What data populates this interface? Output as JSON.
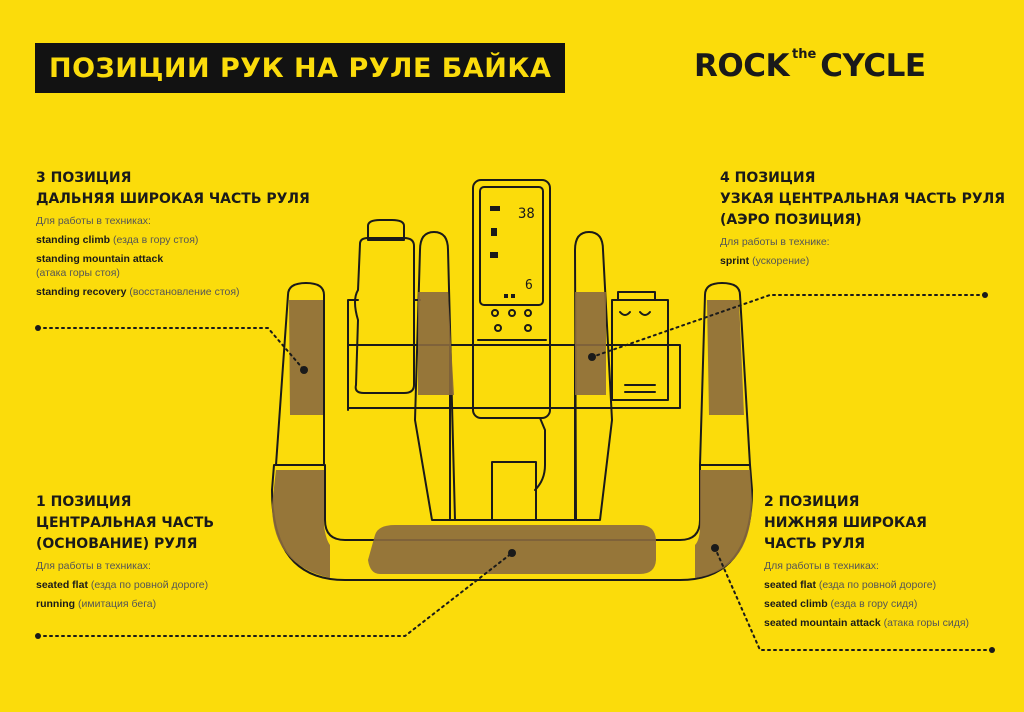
{
  "title": "ПОЗИЦИИ РУК НА РУЛЕ БАЙКА",
  "logo": {
    "left": "ROCK",
    "middle": "the",
    "right": "CYCLE"
  },
  "console": {
    "speed": "38",
    "level": "6"
  },
  "positions": {
    "p3": {
      "heading": [
        "3 ПОЗИЦИЯ",
        "ДАЛЬНЯЯ ШИРОКАЯ ЧАСТЬ РУЛЯ"
      ],
      "sub": "Для работы в техниках:",
      "items": [
        {
          "name": "standing climb",
          "desc": "(езда в гору стоя)"
        },
        {
          "name": "standing mountain attack",
          "desc": "(атака горы стоя)"
        },
        {
          "name": "standing recovery",
          "desc": "(восстановление стоя)"
        }
      ]
    },
    "p4": {
      "heading": [
        "4 ПОЗИЦИЯ",
        "УЗКАЯ ЦЕНТРАЛЬНАЯ ЧАСТЬ РУЛЯ",
        "(АЭРО ПОЗИЦИЯ)"
      ],
      "sub": "Для работы в технике:",
      "items": [
        {
          "name": "sprint",
          "desc": "(ускорение)"
        }
      ]
    },
    "p1": {
      "heading": [
        "1 ПОЗИЦИЯ",
        "ЦЕНТРАЛЬНАЯ ЧАСТЬ",
        "(ОСНОВАНИЕ) РУЛЯ"
      ],
      "sub": "Для работы в техниках:",
      "items": [
        {
          "name": "seated flat",
          "desc": "(езда по ровной дороге)"
        },
        {
          "name": "running",
          "desc": "(имитация бега)"
        }
      ]
    },
    "p2": {
      "heading": [
        "2 ПОЗИЦИЯ",
        "НИЖНЯЯ ШИРОКАЯ",
        "ЧАСТЬ РУЛЯ"
      ],
      "sub": "Для работы в техниках:",
      "items": [
        {
          "name": "seated flat",
          "desc": "(езда по ровной дороге)"
        },
        {
          "name": "seated climb",
          "desc": "(езда в гору сидя)"
        },
        {
          "name": "seated mountain attack",
          "desc": "(атака горы сидя)"
        }
      ]
    }
  },
  "colors": {
    "background": "#fbdc0b",
    "ink": "#1a1a1a",
    "grip": "#8b6a3e"
  }
}
